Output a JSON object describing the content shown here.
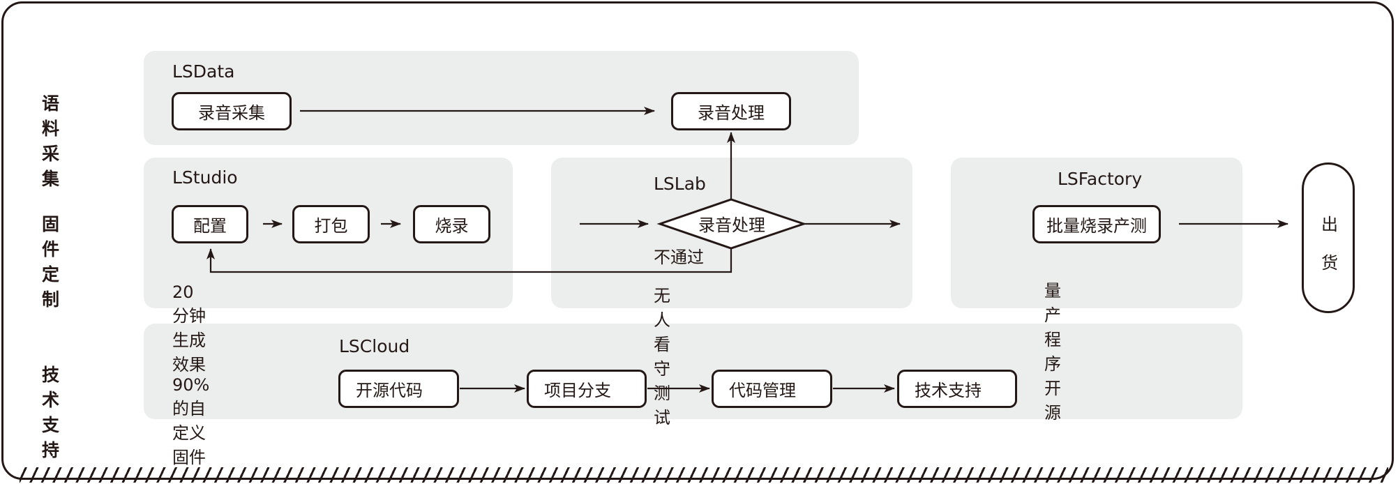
{
  "rows": {
    "corpus": "语料采集",
    "firmware": "固件定制",
    "support": "技术支持"
  },
  "groups": {
    "lsdata": "LSData",
    "lstudio": "LStudio",
    "lslab": "LSLab",
    "lsfactory": "LSFactory",
    "lscloud": "LSCloud"
  },
  "nodes": {
    "record_collect": "录音采集",
    "record_process": "录音处理",
    "config": "配置",
    "package": "打包",
    "burn": "烧录",
    "decision_process": "录音处理",
    "batch_burn": "批量烧录产测",
    "open_code": "开源代码",
    "project_branch": "项目分支",
    "code_manage": "代码管理",
    "tech_support": "技术支持"
  },
  "edge_labels": {
    "fail": "不通过"
  },
  "captions": {
    "lstudio": "20分钟生成效果90%的自定义固件",
    "lslab": "无人看守测试",
    "lsfactory": "量产程序开源"
  },
  "terminal": {
    "char1": "出",
    "char2": "货"
  }
}
